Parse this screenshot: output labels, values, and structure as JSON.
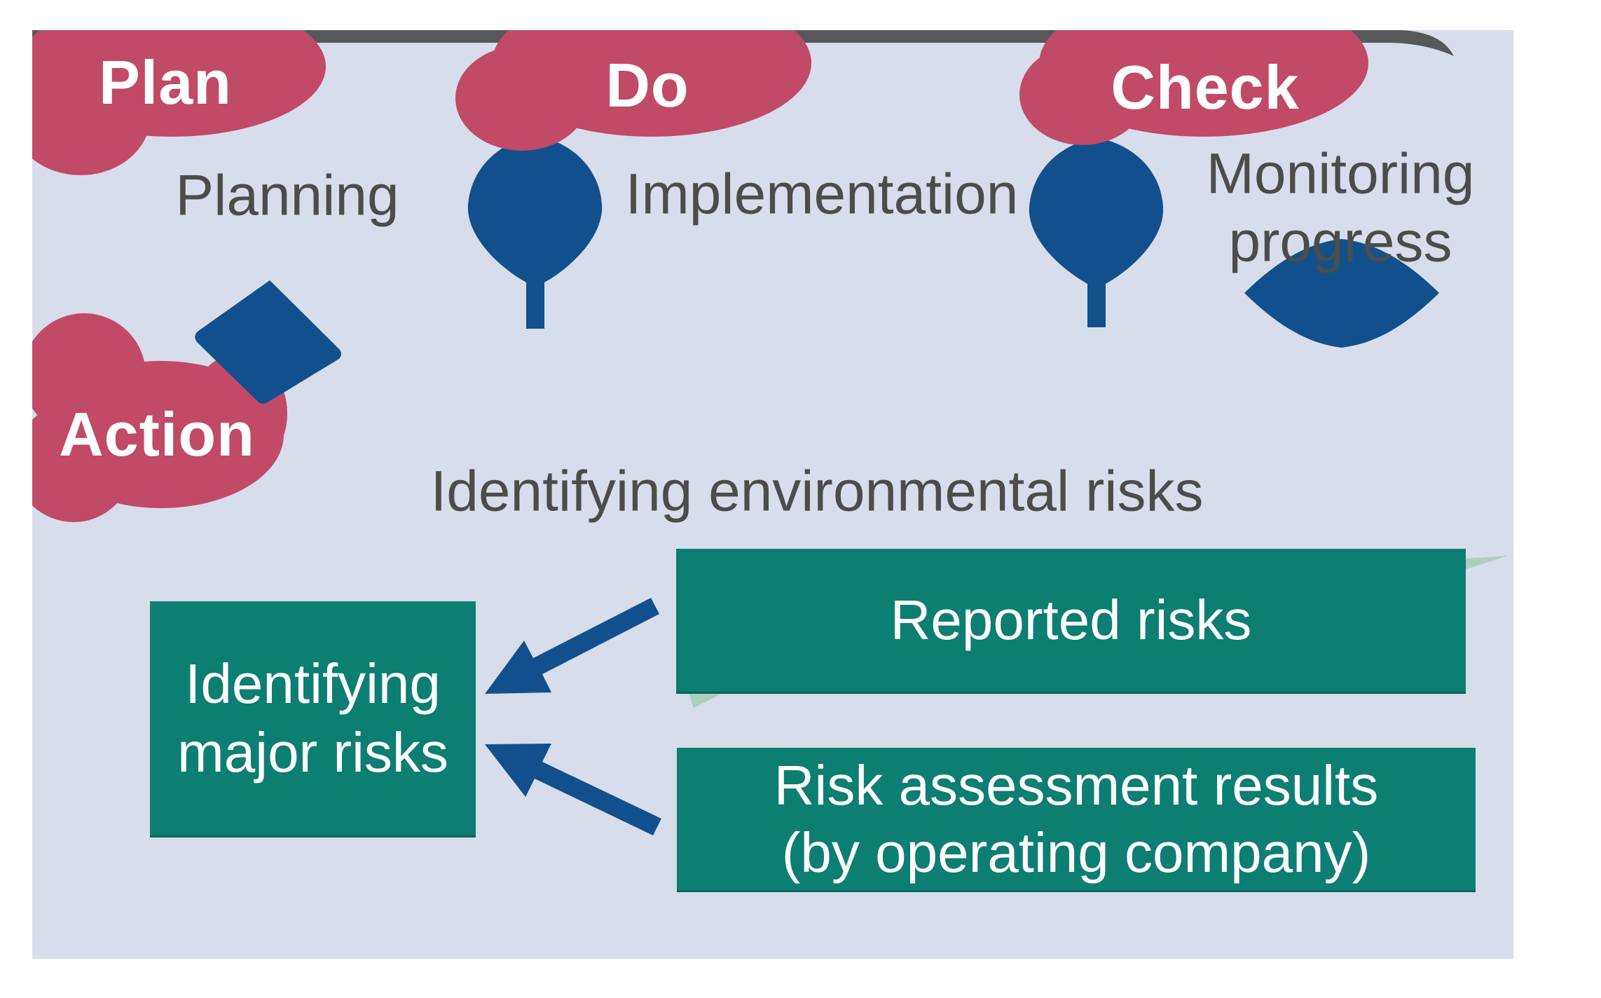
{
  "colors": {
    "canvas_bg": "#d8ddeb",
    "crimson": "#c04a68",
    "blue": "#11508c",
    "teal": "#0d7e72",
    "light_green": "#aecfc0",
    "bar_gray": "#58585a",
    "text_gray": "#4c4c4a",
    "label_white": "#ffffff"
  },
  "stages": [
    {
      "id": "plan",
      "label": "Plan",
      "description": "Planning"
    },
    {
      "id": "do",
      "label": "Do",
      "description": "Implementation"
    },
    {
      "id": "check",
      "label": "Check",
      "description": "Monitoring\nprogress"
    },
    {
      "id": "action",
      "label": "Action",
      "description": "Identifying environmental risks"
    }
  ],
  "risk_flow": {
    "target": "Identifying\nmajor risks",
    "sources": [
      {
        "label": "Reported risks"
      },
      {
        "label": "Risk assessment results\n(by operating company)"
      }
    ]
  }
}
